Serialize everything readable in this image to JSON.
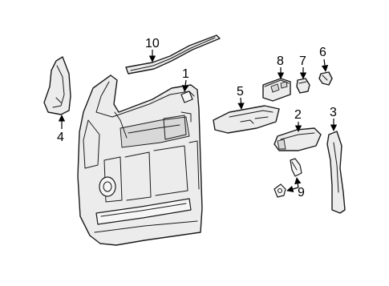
{
  "callouts": {
    "c1": "1",
    "c2": "2",
    "c3": "3",
    "c4": "4",
    "c5": "5",
    "c6": "6",
    "c7": "7",
    "c8": "8",
    "c9": "9",
    "c10": "10"
  },
  "colors": {
    "line": "#1a1a1a",
    "fill": "#ececec",
    "background": "#ffffff"
  }
}
